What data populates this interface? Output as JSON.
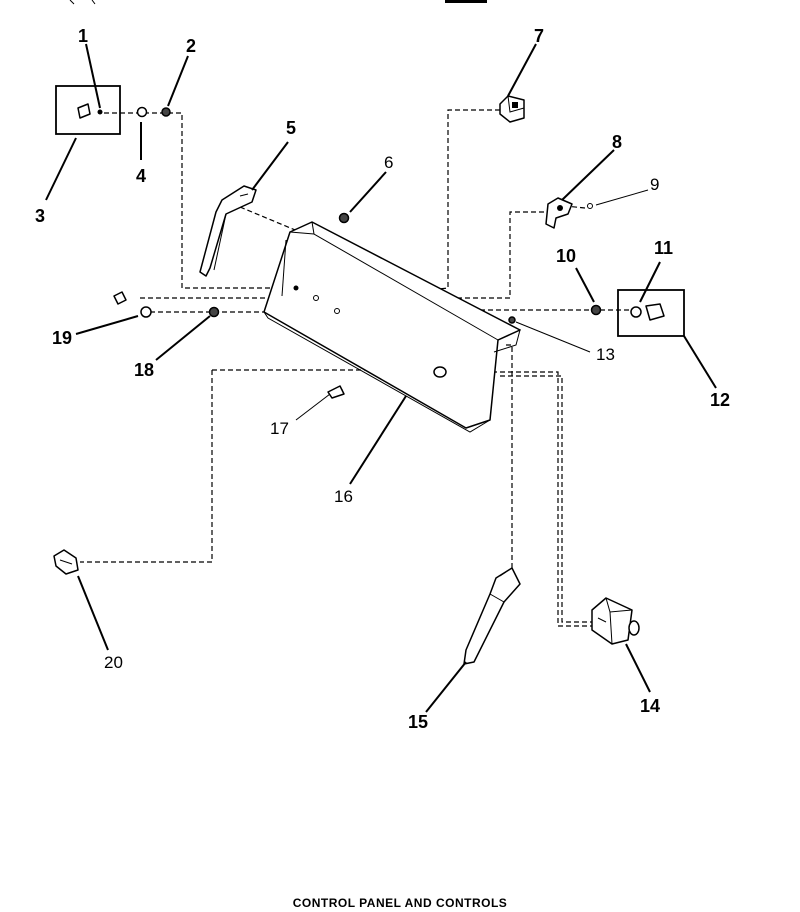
{
  "title": "CONTROL PANEL AND CONTROLS",
  "callouts": [
    "1",
    "2",
    "3",
    "4",
    "5",
    "6",
    "7",
    "8",
    "9",
    "10",
    "11",
    "12",
    "13",
    "14",
    "15",
    "16",
    "17",
    "18",
    "19",
    "20"
  ]
}
